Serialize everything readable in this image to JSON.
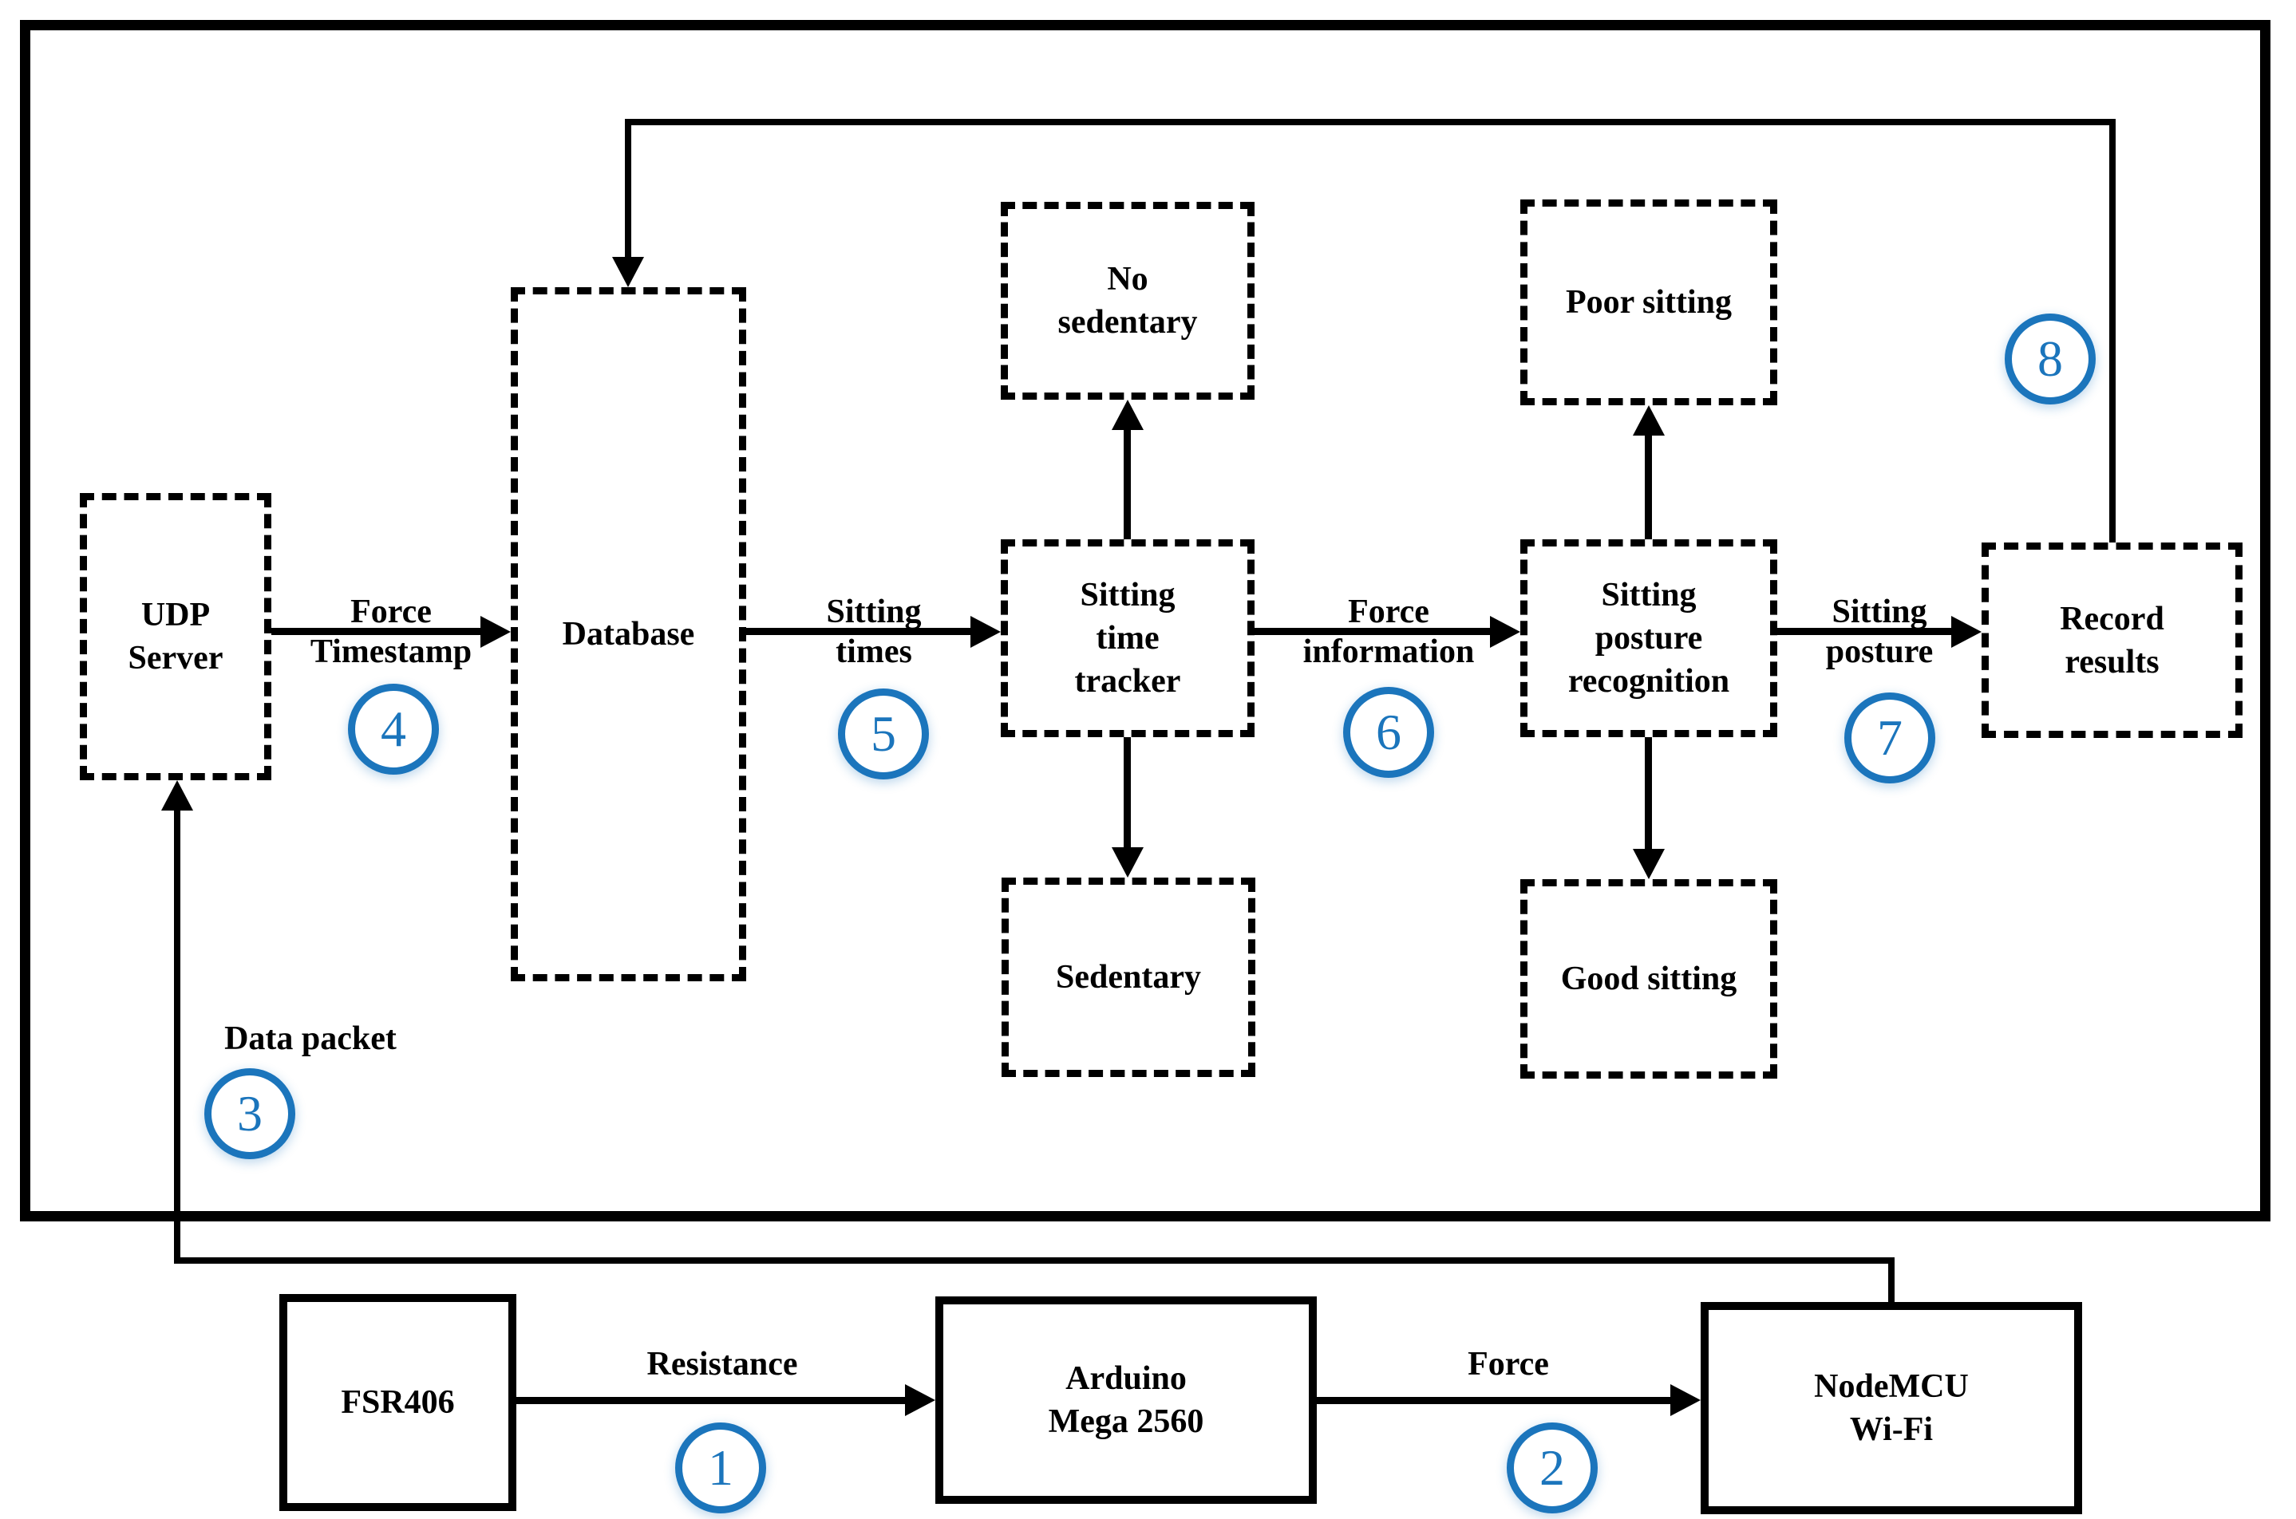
{
  "colors": {
    "accent": "#1b75bc",
    "line": "#000000",
    "background": "#ffffff"
  },
  "nodes": {
    "udp_server": {
      "label": "UDP\nServer"
    },
    "database": {
      "label": "Database"
    },
    "no_sedentary": {
      "label": "No\nsedentary"
    },
    "sitting_time_tracker": {
      "label": "Sitting\ntime\ntracker"
    },
    "sedentary": {
      "label": "Sedentary"
    },
    "poor_sitting": {
      "label": "Poor sitting"
    },
    "sitting_posture_recognition": {
      "label": "Sitting\nposture\nrecognition"
    },
    "good_sitting": {
      "label": "Good sitting"
    },
    "record_results": {
      "label": "Record\nresults"
    },
    "fsr406": {
      "label": "FSR406"
    },
    "arduino": {
      "label": "Arduino\nMega 2560"
    },
    "nodemcu": {
      "label": "NodeMCU\nWi-Fi"
    }
  },
  "edge_labels": {
    "force_timestamp": "Force\nTimestamp",
    "sitting_times": "Sitting\ntimes",
    "force_information": "Force\ninformation",
    "sitting_posture": "Sitting\nposture",
    "data_packet": "Data packet",
    "resistance": "Resistance",
    "force": "Force"
  },
  "steps": [
    "1",
    "2",
    "3",
    "4",
    "5",
    "6",
    "7",
    "8"
  ]
}
